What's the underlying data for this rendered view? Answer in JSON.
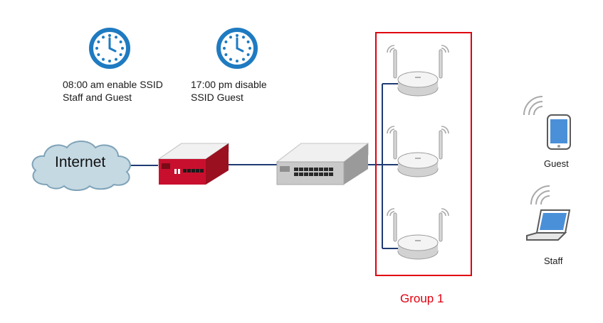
{
  "clocks": [
    {
      "icon": "clock-icon",
      "caption_line1": "08:00 am enable SSID",
      "caption_line2": "Staff and Guest"
    },
    {
      "icon": "clock-icon",
      "caption_line1": "17:00 pm disable",
      "caption_line2": "SSID Guest"
    }
  ],
  "internet": {
    "label": "Internet",
    "icon": "cloud-icon"
  },
  "firewall": {
    "icon": "firewall-icon"
  },
  "switch": {
    "icon": "switch-icon"
  },
  "group": {
    "label": "Group 1",
    "color": "#e0000f"
  },
  "access_points": [
    {
      "icon": "access-point-icon"
    },
    {
      "icon": "access-point-icon"
    },
    {
      "icon": "access-point-icon"
    }
  ],
  "clients": [
    {
      "label": "Guest",
      "icon": "smartphone-icon"
    },
    {
      "label": "Staff",
      "icon": "laptop-icon"
    }
  ],
  "colors": {
    "clock_blue": "#1f7bc1",
    "link_navy": "#1f3b73",
    "cloud_fill": "#c5d9e3",
    "firewall_red": "#c8102e",
    "group_red": "#e0000f"
  }
}
